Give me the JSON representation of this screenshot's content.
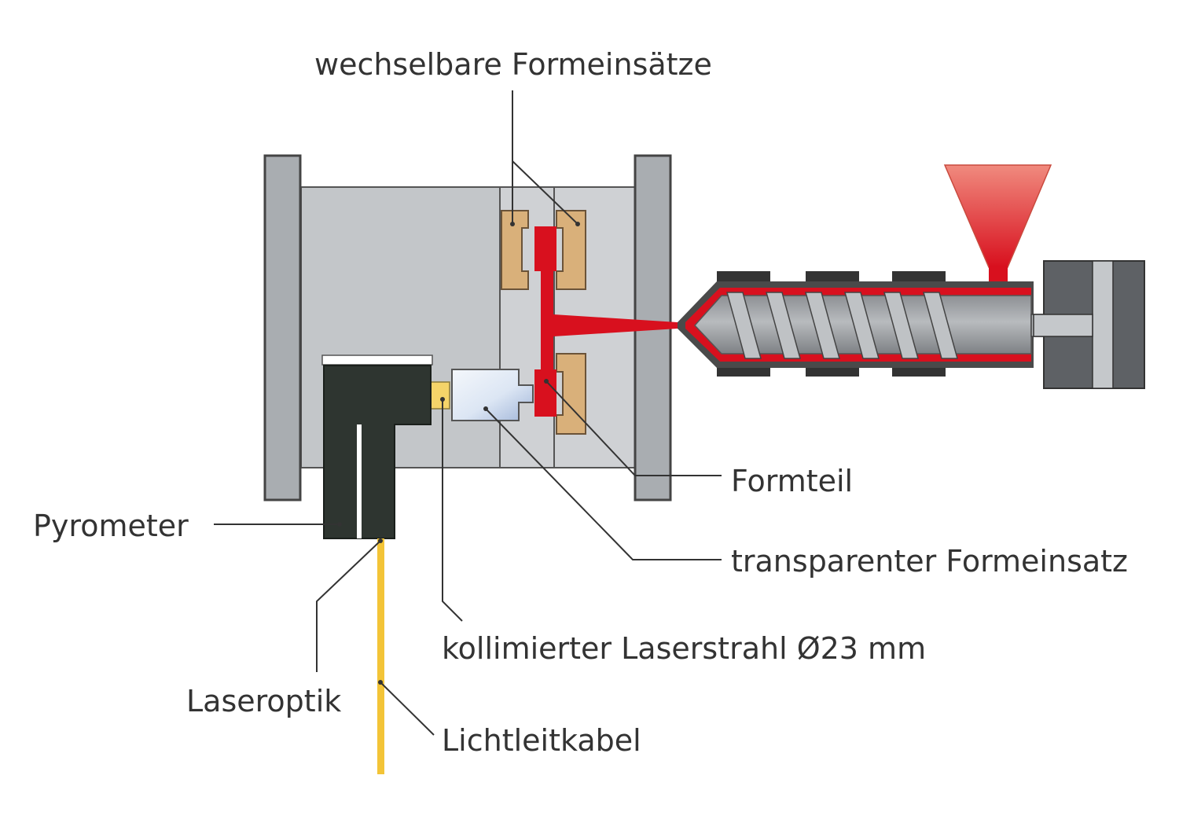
{
  "labels": {
    "exchangeable_inserts": "wechselbare Formeinsätze",
    "molded_part": "Formteil",
    "transparent_insert": "transparenter Formeinsatz",
    "pyrometer": "Pyrometer",
    "laser_beam": "kollimierter Laserstrahl Ø23 mm",
    "laser_optics": "Laseroptik",
    "fiber_cable": "Lichtleitkabel"
  },
  "colors": {
    "plate": "#b9bcc0",
    "plate_stroke": "#4a4a4a",
    "mold_block": "#c8cacd",
    "insert_wood": "#d9b07a",
    "melt_red": "#d8101e",
    "hopper_red": "#e8584c",
    "pyrometer": "#2e3530",
    "fiber_yellow": "#f3c437",
    "screw_grey": "#a8abae",
    "barrel_dark": "#3a3a3a",
    "leader_line": "#333333"
  }
}
